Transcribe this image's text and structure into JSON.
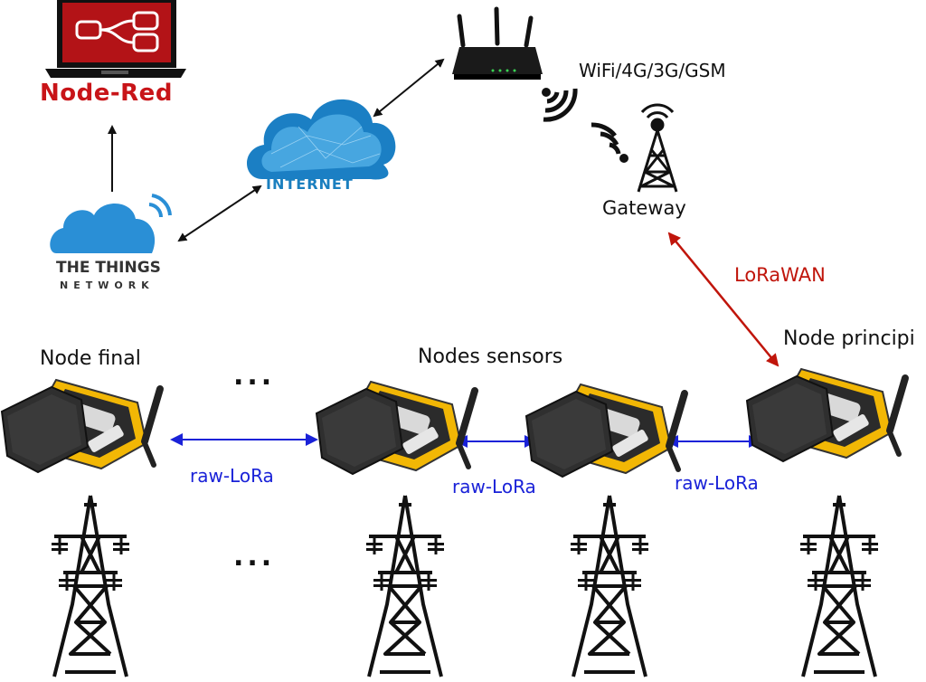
{
  "labels": {
    "node_red": "Node-Red",
    "ttn_line1": "THE THINGS",
    "ttn_line2": "NETWORK",
    "internet": "INTERNET",
    "wifi": "WiFi/4G/3G/GSM",
    "gateway": "Gateway",
    "lorawan": "LoRaWAN",
    "node_final": "Node final",
    "nodes_sensors": "Nodes sensors",
    "node_principal": "Node principi",
    "ellipsis_top": "...",
    "ellipsis_bottom": "...",
    "raw_lora_1": "raw-LoRa",
    "raw_lora_2": "raw-LoRa",
    "raw_lora_3": "raw-LoRa"
  },
  "colors": {
    "node_red": "#c81418",
    "lorawan_link": "#c0150b",
    "raw_lora_link": "#1a22d8",
    "cloud": "#2a8fd6",
    "internet_cloud": "#1b7fc4"
  },
  "icons": {
    "laptop": "node-red-laptop-icon",
    "ttn": "ttn-cloud-icon",
    "internet": "internet-cloud-icon",
    "router": "router-icon",
    "gateway": "gateway-tower-icon",
    "sensor_node": "sensor-device-icon",
    "pylon": "power-pylon-icon"
  }
}
